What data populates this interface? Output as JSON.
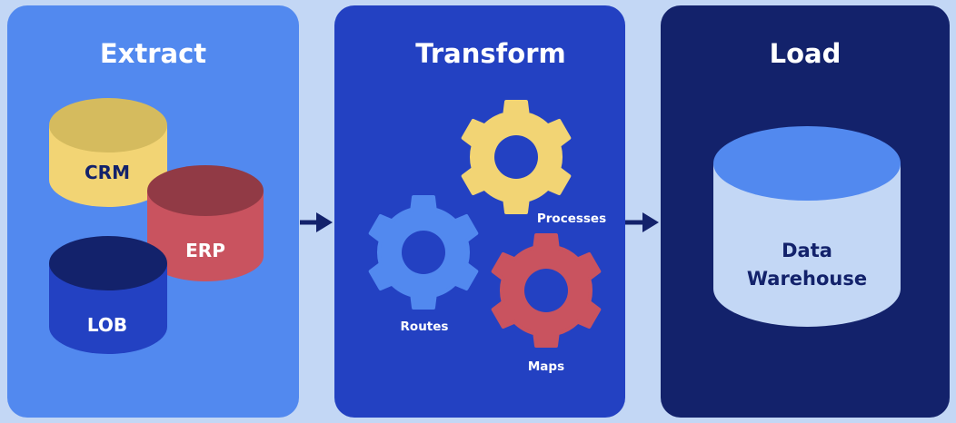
{
  "colors": {
    "background": "#c3d7f5",
    "extract_panel": "#5289ef",
    "transform_panel": "#2341c2",
    "load_panel": "#13226b",
    "yellow": "#f2d474",
    "yellow_top": "#d5bb5e",
    "red": "#c9535f",
    "red_top": "#913a45",
    "blue_db": "#2341c2",
    "blue_db_top": "#13226b",
    "gear_blue": "#5289ef",
    "dw_body": "#c3d7f5",
    "dw_top": "#5289ef",
    "arrow": "#13226b",
    "label_dark": "#13226b",
    "label_light": "#ffffff"
  },
  "panels": {
    "extract": {
      "title": "Extract",
      "sources": {
        "crm": "CRM",
        "erp": "ERP",
        "lob": "LOB"
      }
    },
    "transform": {
      "title": "Transform",
      "gears": {
        "processes": "Processes",
        "routes": "Routes",
        "maps": "Maps"
      }
    },
    "load": {
      "title": "Load",
      "target_line1": "Data",
      "target_line2": "Warehouse"
    }
  },
  "icons": {
    "arrow": "arrow-right-icon",
    "gear": "gear-icon",
    "database": "database-icon"
  }
}
